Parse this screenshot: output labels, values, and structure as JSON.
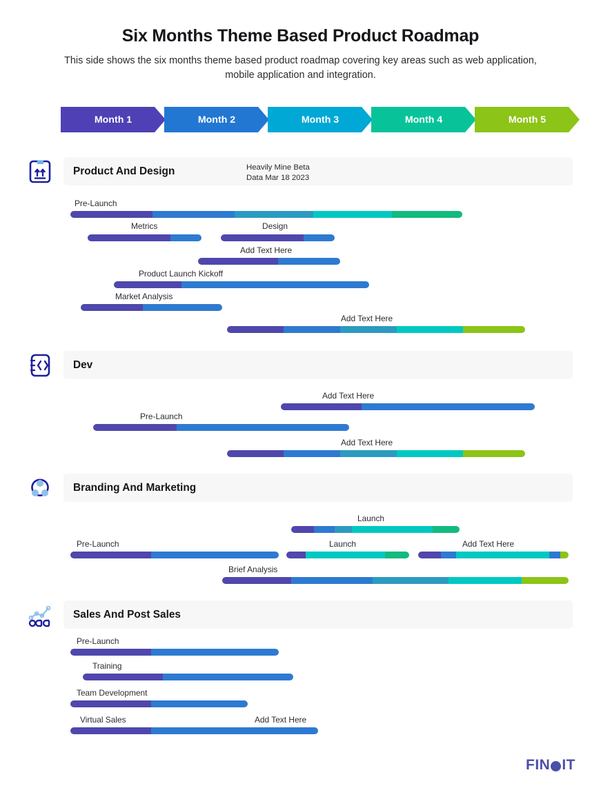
{
  "header": {
    "title": "Six Months Theme Based Product Roadmap",
    "subtitle": "This side shows the six months theme based product roadmap covering key areas such as web application, mobile application and integration."
  },
  "timeline": {
    "months": [
      {
        "label": "Month 1",
        "color": "#4f40b5"
      },
      {
        "label": "Month 2",
        "color": "#2277d3"
      },
      {
        "label": "Month 3",
        "color": "#00a8d6"
      },
      {
        "label": "Month 4",
        "color": "#08c39a"
      },
      {
        "label": "Month 5",
        "color": "#8cc417"
      }
    ]
  },
  "palette": {
    "purple": "#4f47ac",
    "blue": "#2e7ad1",
    "teal_blue": "#2c9bc0",
    "cyan": "#00c9c1",
    "green": "#12bb7e",
    "lime": "#8cc417"
  },
  "sections": [
    {
      "title": "Product And Design",
      "icon": "package-arrows-icon",
      "note": "Heavily Mine Beta\nData Mar 18 2023",
      "note_line1": "Heavily Mine Beta",
      "note_line2": "Data Mar 18 2023",
      "rows": [
        {
          "bars": [
            {
              "label": "Pre-Launch",
              "label_align": "left",
              "segments": [
                "purple",
                "blue",
                "teal_blue",
                "cyan",
                "green"
              ]
            }
          ]
        },
        {
          "bars": [
            {
              "label": "Metrics",
              "label_align": "center",
              "segments": [
                "purple",
                "blue"
              ]
            },
            {
              "label": "Design",
              "label_align": "center",
              "segments": [
                "purple",
                "blue"
              ]
            }
          ]
        },
        {
          "bars": [
            {
              "label": "Add Text Here",
              "label_align": "center",
              "segments": [
                "purple",
                "blue"
              ]
            }
          ]
        },
        {
          "bars": [
            {
              "label": "Product Launch Kickoff",
              "label_align": "center",
              "segments": [
                "purple",
                "blue"
              ]
            }
          ]
        },
        {
          "bars": [
            {
              "label": "Market Analysis",
              "label_align": "center",
              "segments": [
                "purple",
                "blue"
              ]
            }
          ]
        },
        {
          "bars": [
            {
              "label": "Add Text Here",
              "label_align": "center",
              "segments": [
                "purple",
                "blue",
                "teal_blue",
                "cyan",
                "lime"
              ]
            }
          ]
        }
      ]
    },
    {
      "title": "Dev",
      "icon": "code-brackets-icon",
      "note_line1": "",
      "note_line2": "",
      "rows": [
        {
          "bars": [
            {
              "label": "Add Text Here",
              "label_align": "center",
              "segments": [
                "purple",
                "blue"
              ]
            }
          ]
        },
        {
          "bars": [
            {
              "label": "Pre-Launch",
              "label_align": "center",
              "segments": [
                "purple",
                "blue"
              ]
            }
          ]
        },
        {
          "bars": [
            {
              "label": "Add Text Here",
              "label_align": "center",
              "segments": [
                "purple",
                "blue",
                "teal_blue",
                "cyan",
                "lime"
              ]
            }
          ]
        }
      ]
    },
    {
      "title": "Branding And Marketing",
      "icon": "branding-circles-icon",
      "note_line1": "",
      "note_line2": "",
      "rows": [
        {
          "bars": [
            {
              "label": "Launch",
              "label_align": "center",
              "segments": [
                "purple",
                "blue",
                "teal_blue",
                "cyan",
                "green"
              ]
            }
          ]
        },
        {
          "bars": [
            {
              "label": "Pre-Launch",
              "label_align": "center",
              "segments": [
                "purple",
                "blue"
              ]
            },
            {
              "label": "Launch",
              "label_align": "center",
              "segments": [
                "purple",
                "cyan",
                "green"
              ]
            },
            {
              "label": "Add Text Here",
              "label_align": "center",
              "segments": [
                "purple",
                "blue",
                "cyan",
                "blue",
                "lime"
              ]
            }
          ]
        },
        {
          "bars": [
            {
              "label": "Brief Analysis",
              "label_align": "center",
              "segments": [
                "purple",
                "blue",
                "teal_blue",
                "cyan",
                "lime"
              ]
            }
          ]
        }
      ]
    },
    {
      "title": "Sales And Post Sales",
      "icon": "analytics-chart-icon",
      "note_line1": "",
      "note_line2": "",
      "rows": [
        {
          "bars": [
            {
              "label": "Pre-Launch",
              "label_align": "center",
              "segments": [
                "purple",
                "blue"
              ]
            }
          ]
        },
        {
          "bars": [
            {
              "label": "Training",
              "label_align": "center",
              "segments": [
                "purple",
                "blue"
              ]
            }
          ]
        },
        {
          "bars": [
            {
              "label": "Team Development",
              "label_align": "center",
              "segments": [
                "purple",
                "blue"
              ]
            }
          ]
        },
        {
          "bars": [
            {
              "label": "Virtual Sales",
              "label_align": "center",
              "segments": [
                "purple",
                "blue"
              ]
            },
            {
              "label": "Add Text Here",
              "label_align": "center",
              "segments": []
            }
          ]
        }
      ]
    }
  ],
  "footer": {
    "logo_left": "FIN",
    "logo_right": "IT"
  }
}
